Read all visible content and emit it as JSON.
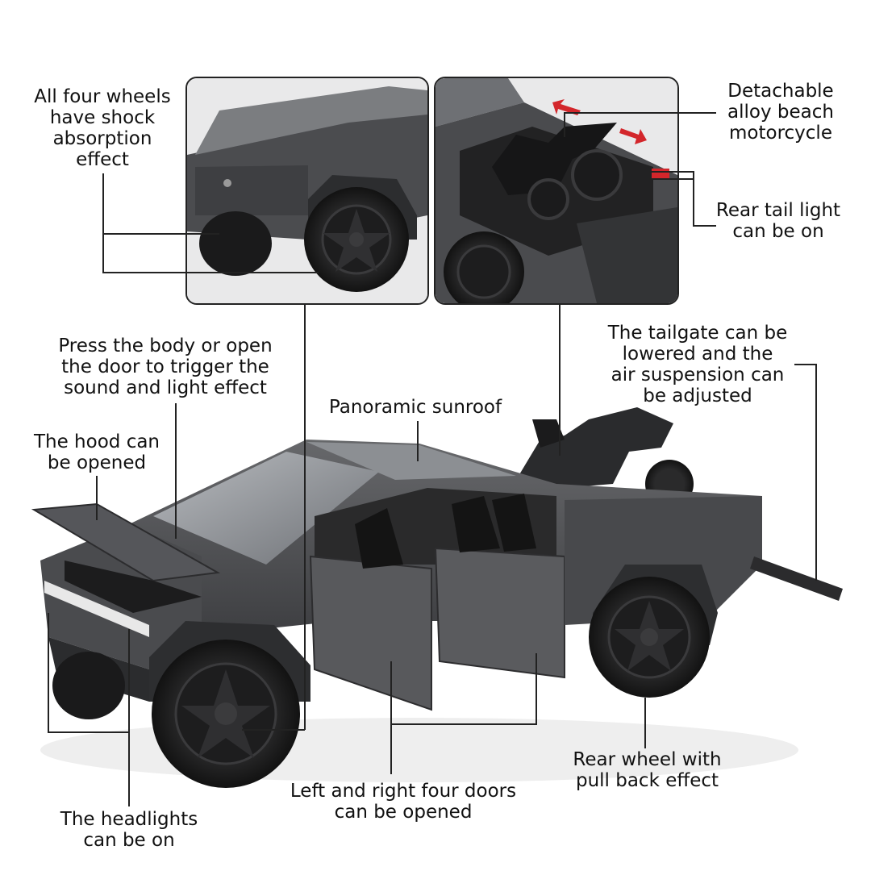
{
  "colors": {
    "body_gray": "#4e4f52",
    "dark": "#1c1c1d",
    "tail_light_red": "#d3262b",
    "leader_line": "#222222"
  },
  "callouts": {
    "shock_absorption": "All four wheels\nhave shock\nabsorption\neffect",
    "motorcycle": "Detachable\nalloy beach\nmotorcycle",
    "tail_light": "Rear tail light\ncan be on",
    "sound_light": "Press the body or open\nthe door to trigger the\nsound and light effect",
    "tailgate": "The tailgate can be\nlowered and the\nair suspension can\nbe adjusted",
    "sunroof": "Panoramic sunroof",
    "hood": "The hood can\nbe opened",
    "rear_wheel": "Rear wheel with\npull back effect",
    "doors": "Left and right four doors\ncan be opened",
    "headlights": "The headlights\ncan be on"
  },
  "icons": {
    "arrow_in": "red-arrow-icon",
    "arrow_out": "red-arrow-icon"
  }
}
